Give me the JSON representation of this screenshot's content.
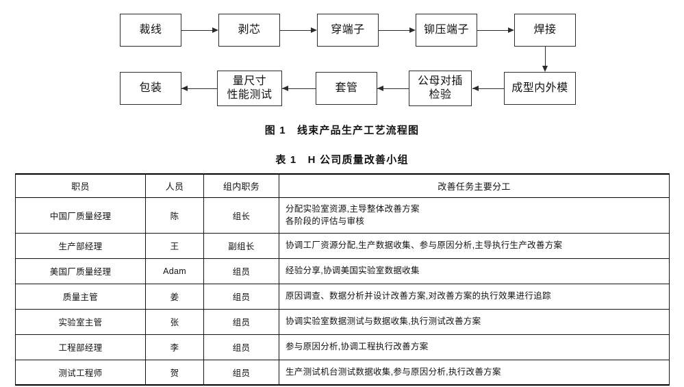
{
  "figure": {
    "caption": "图 1　线束产品生产工艺流程图",
    "nodes": [
      {
        "id": "cut-wire",
        "label": [
          "裁线"
        ]
      },
      {
        "id": "strip-core",
        "label": [
          "剥芯"
        ]
      },
      {
        "id": "insert-terminal",
        "label": [
          "穿端子"
        ]
      },
      {
        "id": "crimp-terminal",
        "label": [
          "铆压端子"
        ]
      },
      {
        "id": "welding",
        "label": [
          "焊接"
        ]
      },
      {
        "id": "molding",
        "label": [
          "成型内外模"
        ]
      },
      {
        "id": "mating-check",
        "label": [
          "公母对插",
          "检验"
        ]
      },
      {
        "id": "sleeve",
        "label": [
          "套管"
        ]
      },
      {
        "id": "dimension-test",
        "label": [
          "量尺寸",
          "性能测试"
        ]
      },
      {
        "id": "packaging",
        "label": [
          "包装"
        ]
      }
    ]
  },
  "table": {
    "caption": "表 1　H 公司质量改善小组",
    "headers": [
      "职员",
      "人员",
      "组内职务",
      "改善任务主要分工"
    ],
    "rows": [
      {
        "role": "中国厂质量经理",
        "person": "陈",
        "position": "组长",
        "tasks": [
          "分配实验室资源,主导整体改善方案",
          "各阶段的评估与审核"
        ]
      },
      {
        "role": "生产部经理",
        "person": "王",
        "position": "副组长",
        "tasks": [
          "协调工厂资源分配,生产数据收集、参与原因分析,主导执行生产改善方案"
        ]
      },
      {
        "role": "美国厂质量经理",
        "person": "Adam",
        "position": "组员",
        "tasks": [
          "经验分享,协调美国实验室数据收集"
        ]
      },
      {
        "role": "质量主管",
        "person": "姜",
        "position": "组员",
        "tasks": [
          "原因调查、数据分析并设计改善方案,对改善方案的执行效果进行追踪"
        ]
      },
      {
        "role": "实验室主管",
        "person": "张",
        "position": "组员",
        "tasks": [
          "协调实验室数据测试与数据收集,执行测试改善方案"
        ]
      },
      {
        "role": "工程部经理",
        "person": "李",
        "position": "组员",
        "tasks": [
          "参与原因分析,协调工程执行改善方案"
        ]
      },
      {
        "role": "测试工程师",
        "person": "贺",
        "position": "组员",
        "tasks": [
          "生产测试机台测试数据收集,参与原因分析,执行改善方案"
        ]
      }
    ]
  }
}
